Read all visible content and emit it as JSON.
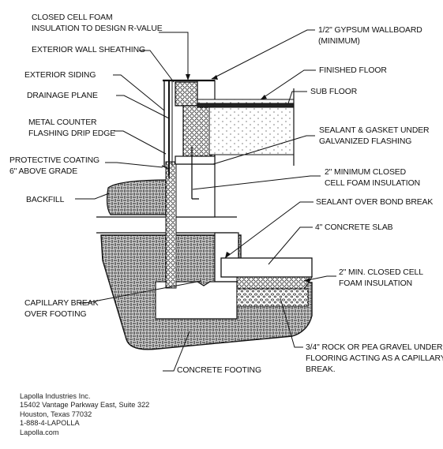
{
  "labels": {
    "closed_cell_foam": [
      "CLOSED CELL FOAM",
      "INSULATION TO DESIGN R-VALUE"
    ],
    "exterior_wall_sheathing": [
      "EXTERIOR WALL SHEATHING"
    ],
    "exterior_siding": [
      "EXTERIOR SIDING"
    ],
    "drainage_plane": [
      "DRAINAGE PLANE"
    ],
    "metal_counter_flashing": [
      "METAL COUNTER",
      "FLASHING DRIP EDGE"
    ],
    "protective_coating": [
      "PROTECTIVE COATING",
      "6\" ABOVE GRADE"
    ],
    "backfill": [
      "BACKFILL"
    ],
    "capillary_break_over_footing": [
      "CAPILLARY BREAK",
      "OVER FOOTING"
    ],
    "concrete_footing": [
      "CONCRETE FOOTING"
    ],
    "gypsum_wallboard": [
      "1/2\" GYPSUM WALLBOARD",
      "(MINIMUM)"
    ],
    "finished_floor": [
      "FINISHED FLOOR"
    ],
    "sub_floor": [
      "SUB FLOOR"
    ],
    "sealant_gasket": [
      "SEALANT & GASKET UNDER",
      "GALVANIZED FLASHING"
    ],
    "min_closed_cell_foam_wall": [
      "2\" MINIMUM CLOSED",
      "CELL FOAM INSULATION"
    ],
    "sealant_bond_break": [
      "SEALANT OVER BOND BREAK"
    ],
    "concrete_slab": [
      "4\" CONCRETE SLAB"
    ],
    "min_closed_cell_foam_slab": [
      "2\" MIN. CLOSED CELL",
      "FOAM INSULATION"
    ],
    "gravel": [
      "3/4\" ROCK OR PEA GRAVEL UNDER",
      "FLOORING ACTING AS A CAPILLARY",
      "BREAK."
    ]
  },
  "company": {
    "name": "Lapolla Industries Inc.",
    "street": "15402 Vantage Parkway East, Suite 322",
    "city": "Houston, Texas  77032",
    "phone": "1-888-4-LAPOLLA",
    "web": "Lapolla.com"
  }
}
